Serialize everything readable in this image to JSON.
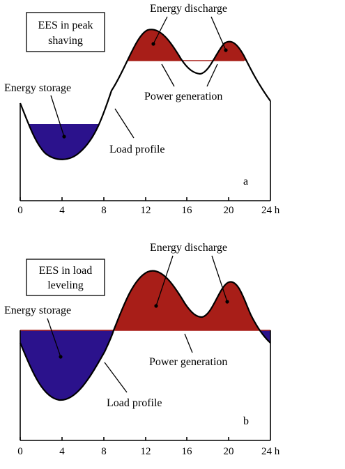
{
  "colors": {
    "storage_fill": "#2b128c",
    "discharge_fill": "#a81e18",
    "line": "#000000"
  },
  "panels": [
    {
      "id": "a",
      "title_lines": [
        "EES in peak",
        "shaving"
      ],
      "labels": {
        "energy_discharge": "Energy discharge",
        "power_generation": "Power generation",
        "energy_storage": "Energy storage",
        "load_profile": "Load profile",
        "panel_letter": "a"
      },
      "x_ticks": [
        "0",
        "4",
        "8",
        "12",
        "16",
        "20",
        "24 h"
      ]
    },
    {
      "id": "b",
      "title_lines": [
        "EES in load",
        "leveling"
      ],
      "labels": {
        "energy_discharge": "Energy discharge",
        "power_generation": "Power generation",
        "energy_storage": "Energy storage",
        "load_profile": "Load profile",
        "panel_letter": "b"
      },
      "x_ticks": [
        "0",
        "4",
        "8",
        "12",
        "16",
        "20",
        "24 h"
      ]
    }
  ]
}
